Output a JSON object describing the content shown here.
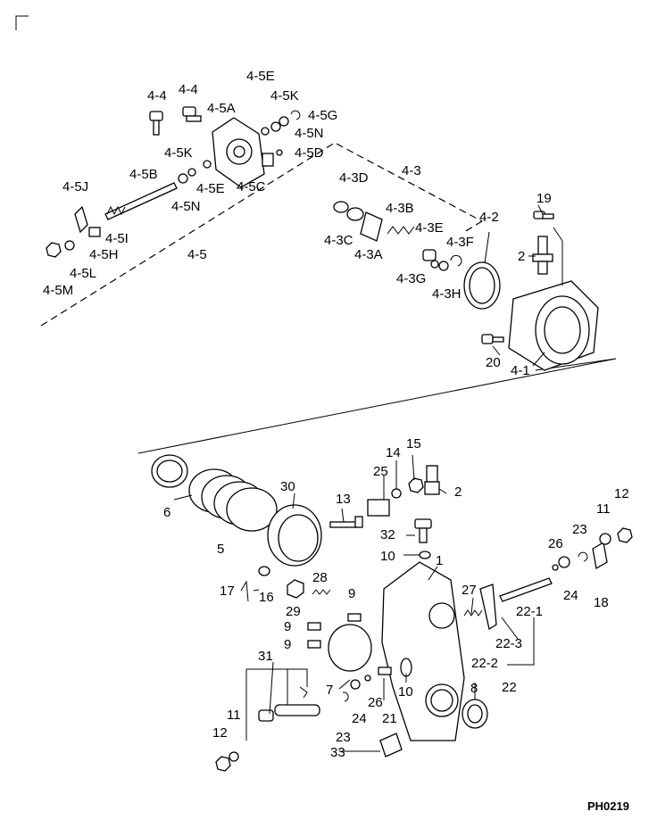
{
  "drawing_code": "PH0219",
  "labels": {
    "l_4_4a": "4-4",
    "l_4_4b": "4-4",
    "l_4_5e_top": "4-5E",
    "l_4_5k_top": "4-5K",
    "l_4_5a": "4-5A",
    "l_4_5g": "4-5G",
    "l_4_5n_top": "4-5N",
    "l_4_5d": "4-5D",
    "l_4_5k": "4-5K",
    "l_4_5b": "4-5B",
    "l_4_5e": "4-5E",
    "l_4_5c": "4-5C",
    "l_4_5n": "4-5N",
    "l_4_5j": "4-5J",
    "l_4_5i": "4-5I",
    "l_4_5h": "4-5H",
    "l_4_5l": "4-5L",
    "l_4_5m": "4-5M",
    "l_4_5": "4-5",
    "l_4_3": "4-3",
    "l_4_3d": "4-3D",
    "l_4_3b": "4-3B",
    "l_4_3c": "4-3C",
    "l_4_3a": "4-3A",
    "l_4_3e": "4-3E",
    "l_4_3f": "4-3F",
    "l_4_3g": "4-3G",
    "l_4_3h": "4-3H",
    "l_4_2": "4-2",
    "l_19": "19",
    "l_2_top": "2",
    "l_20": "20",
    "l_4_1": "4-1",
    "l_6": "6",
    "l_5": "5",
    "l_30": "30",
    "l_13": "13",
    "l_25": "25",
    "l_14": "14",
    "l_15": "15",
    "l_2": "2",
    "l_32": "32",
    "l_10a": "10",
    "l_1": "1",
    "l_12r": "12",
    "l_11r": "11",
    "l_23r": "23",
    "l_26r": "26",
    "l_24r": "24",
    "l_18": "18",
    "l_17": "17",
    "l_16": "16",
    "l_28": "28",
    "l_29": "29",
    "l_9a": "9",
    "l_9b": "9",
    "l_9c": "9",
    "l_27": "27",
    "l_22_1": "22-1",
    "l_22_3": "22-3",
    "l_22_2": "22-2",
    "l_22": "22",
    "l_31": "31",
    "l_7": "7",
    "l_26": "26",
    "l_24": "24",
    "l_10b": "10",
    "l_21": "21",
    "l_8": "8",
    "l_11l": "11",
    "l_12l": "12",
    "l_23": "23",
    "l_33": "33"
  }
}
